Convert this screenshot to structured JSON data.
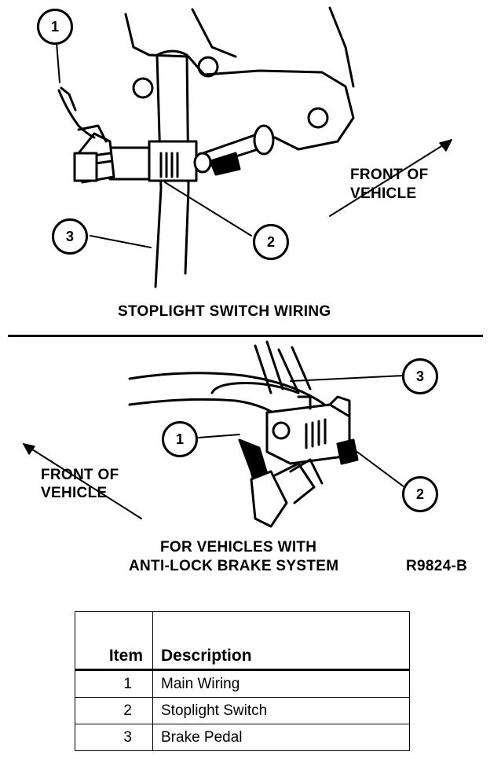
{
  "top_figure": {
    "caption": "STOPLIGHT SWITCH WIRING",
    "front_label_line1": "FRONT OF",
    "front_label_line2": "VEHICLE",
    "callouts": [
      "1",
      "2",
      "3"
    ]
  },
  "bottom_figure": {
    "caption_line1": "FOR VEHICLES WITH",
    "caption_line2": "ANTI-LOCK BRAKE SYSTEM",
    "front_label_line1": "FRONT OF",
    "front_label_line2": "VEHICLE",
    "figure_code": "R9824-B",
    "callouts": [
      "1",
      "2",
      "3"
    ]
  },
  "legend": {
    "headers": {
      "item": "Item",
      "description": "Description"
    },
    "rows": [
      {
        "item": "1",
        "description": "Main Wiring"
      },
      {
        "item": "2",
        "description": "Stoplight Switch"
      },
      {
        "item": "3",
        "description": "Brake Pedal"
      }
    ]
  }
}
